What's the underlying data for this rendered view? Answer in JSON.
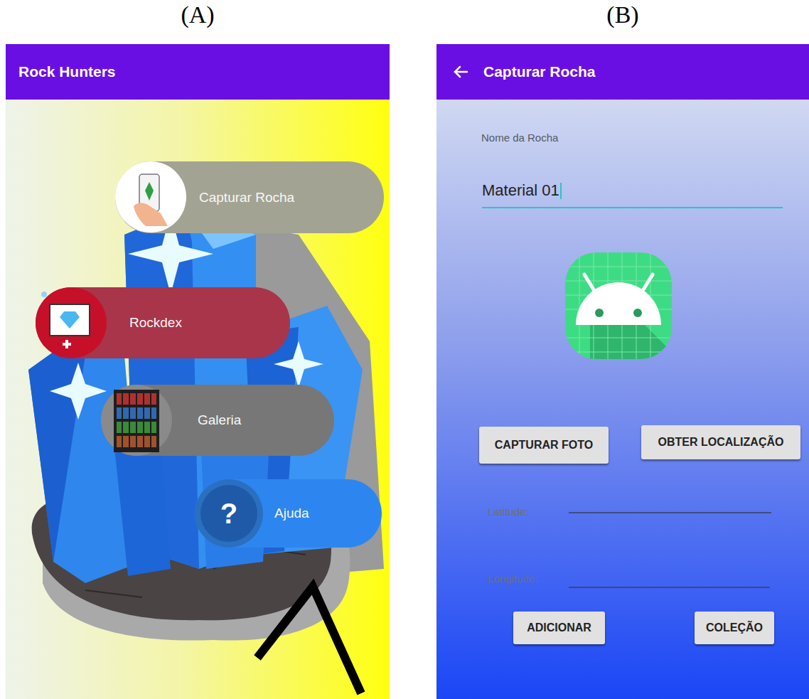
{
  "diagram": {
    "nodes": [
      {
        "text": [
          "(A)"
        ]
      },
      {
        "text": [
          "Rock Hunters"
        ],
        "in": 0
      },
      {
        "text": [
          "Capturar Rocha"
        ],
        "in": 0
      },
      {
        "text": [
          "Rockdex"
        ],
        "in": 0
      },
      {
        "text": [
          "Galeria"
        ],
        "in": 0
      },
      {
        "text": [
          "Ajuda"
        ],
        "in": 0
      },
      {
        "text": [
          "(B)"
        ]
      },
      {
        "text": [
          "Capturar Rocha"
        ],
        "in": 6
      },
      {
        "text": [
          "CAPTURAR FOTO"
        ],
        "in": 6
      },
      {
        "text": [
          "OBTER LOCALIZAÇÃO"
        ],
        "in": 6
      },
      {
        "text": [
          "ADICIONAR"
        ],
        "in": 6
      },
      {
        "text": [
          "COLEÇÃO"
        ],
        "in": 6
      }
    ],
    "labels": [
      "?",
      "Nome da Rocha",
      "Material 01",
      "Latitude:",
      "Longitude:"
    ]
  }
}
